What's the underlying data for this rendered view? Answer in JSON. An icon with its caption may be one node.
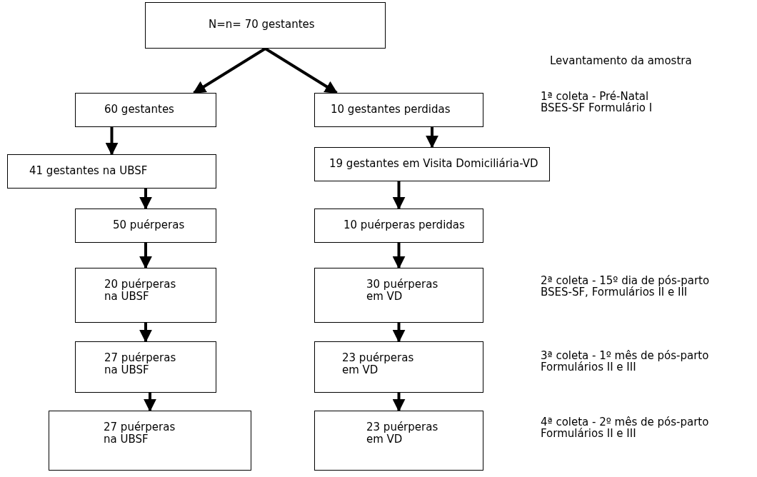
{
  "diagram": {
    "nodes": [
      {
        "text": [
          "N=n= 70 gestantes"
        ]
      },
      {
        "text": [
          "60 gestantes"
        ]
      },
      {
        "text": [
          "10 gestantes perdidas"
        ]
      },
      {
        "text": [
          "41 gestantes na UBSF"
        ]
      },
      {
        "text": [
          "19 gestantes em Visita Domiciliária-VD"
        ]
      },
      {
        "text": [
          "50 puérperas"
        ]
      },
      {
        "text": [
          "10 puérperas perdidas"
        ]
      },
      {
        "text": [
          "20 puérperas na UBSF"
        ]
      },
      {
        "text": [
          "30 puérperas em VD"
        ]
      },
      {
        "text": [
          "27 puérperas na UBSF"
        ]
      },
      {
        "text": [
          "23 puérperas em VD"
        ]
      },
      {
        "text": [
          "27 puérperas na UBSF"
        ]
      },
      {
        "text": [
          "23 puérperas em VD"
        ]
      }
    ],
    "edges": [
      {
        "from": 0,
        "to": 1,
        "arrow": "to"
      },
      {
        "from": 0,
        "to": 2,
        "arrow": "to"
      },
      {
        "from": 1,
        "to": 3,
        "arrow": "to"
      },
      {
        "from": 2,
        "to": 4,
        "arrow": "to"
      },
      {
        "from": 3,
        "to": 5,
        "arrow": "to"
      },
      {
        "from": 4,
        "to": 6,
        "arrow": "to"
      },
      {
        "from": 5,
        "to": 7,
        "arrow": "to"
      },
      {
        "from": 6,
        "to": 8,
        "arrow": "to"
      },
      {
        "from": 7,
        "to": 9,
        "arrow": "to"
      },
      {
        "from": 8,
        "to": 10,
        "arrow": "to"
      },
      {
        "from": 9,
        "to": 11,
        "arrow": "to"
      },
      {
        "from": 10,
        "to": 12,
        "arrow": "to"
      }
    ],
    "labels": [
      "Levantamento da amostra",
      "1ª coleta - Pré-Natal",
      "BSES-SF Formulário I",
      "2ª coleta - 15º dia de pós-parto",
      "BSES-SF, Formulários II e III",
      "3ª coleta  - 1º mês de pós-parto",
      "Formulários II e III",
      "4ª coleta - 2º mês de pós-parto",
      "Formulários II e III"
    ]
  }
}
